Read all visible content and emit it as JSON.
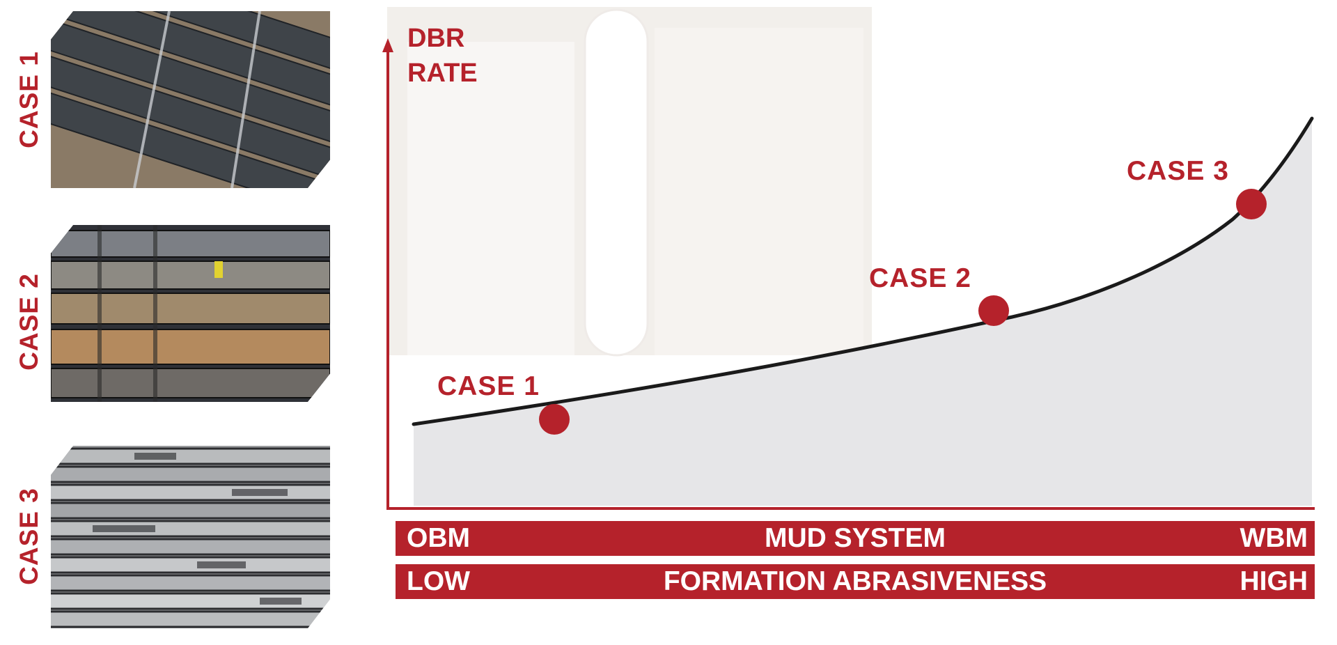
{
  "left_panel": {
    "cases": [
      {
        "label": "CASE 1",
        "photo": "new-steel-drill-pipes-photo"
      },
      {
        "label": "CASE 2",
        "photo": "worn-painted-drill-pipes-photo"
      },
      {
        "label": "CASE 3",
        "photo": "heavily-worn-drill-pipes-photo"
      }
    ]
  },
  "chart": {
    "y_axis_title_line1": "DBR",
    "y_axis_title_line2": "RATE",
    "points": [
      {
        "label": "CASE 1"
      },
      {
        "label": "CASE 2"
      },
      {
        "label": "CASE 3"
      }
    ]
  },
  "bands": {
    "mud_system": {
      "left": "OBM",
      "center": "MUD SYSTEM",
      "right": "WBM"
    },
    "formation": {
      "left": "LOW",
      "center": "FORMATION ABRASIVENESS",
      "right": "HIGH"
    }
  },
  "colors": {
    "accent": "#b5222b",
    "area": "#e6e6e8",
    "curve": "#1a1a1a"
  }
}
